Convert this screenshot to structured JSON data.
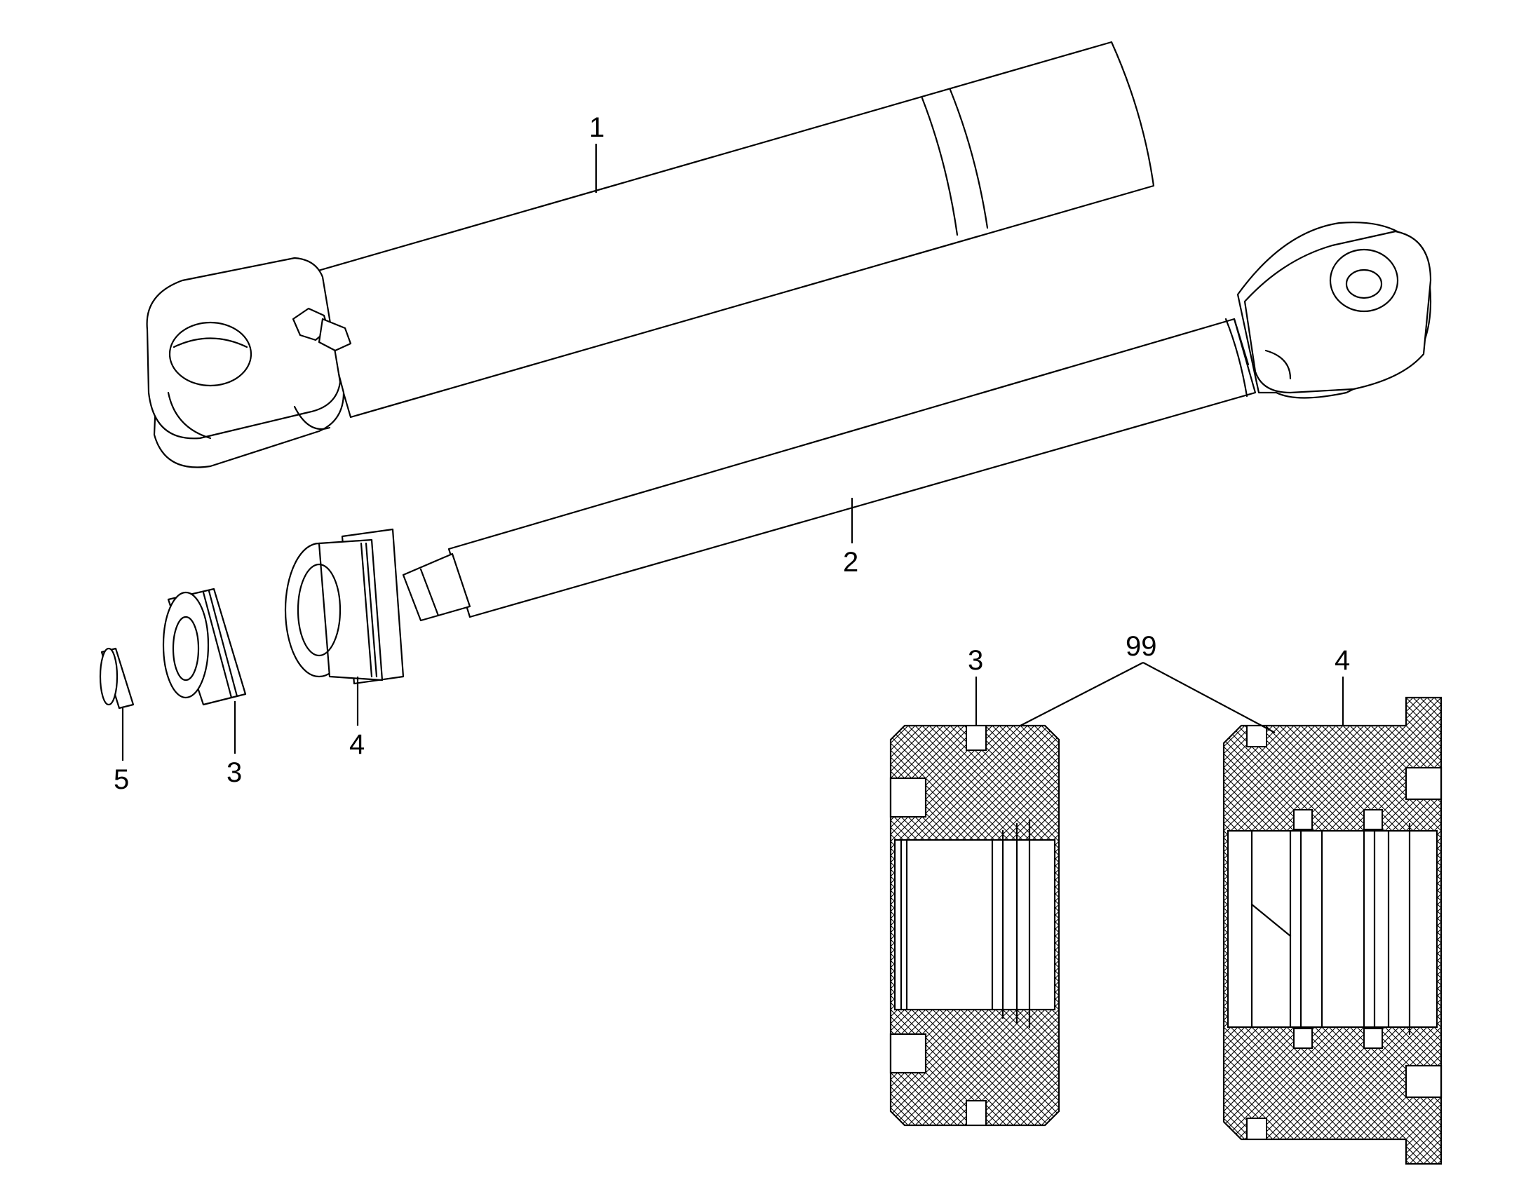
{
  "labels": {
    "part_1": "1",
    "part_2": "2",
    "part_3": "3",
    "part_4": "4",
    "part_5": "5",
    "section_3": "3",
    "section_4": "4",
    "seal_99": "99"
  }
}
